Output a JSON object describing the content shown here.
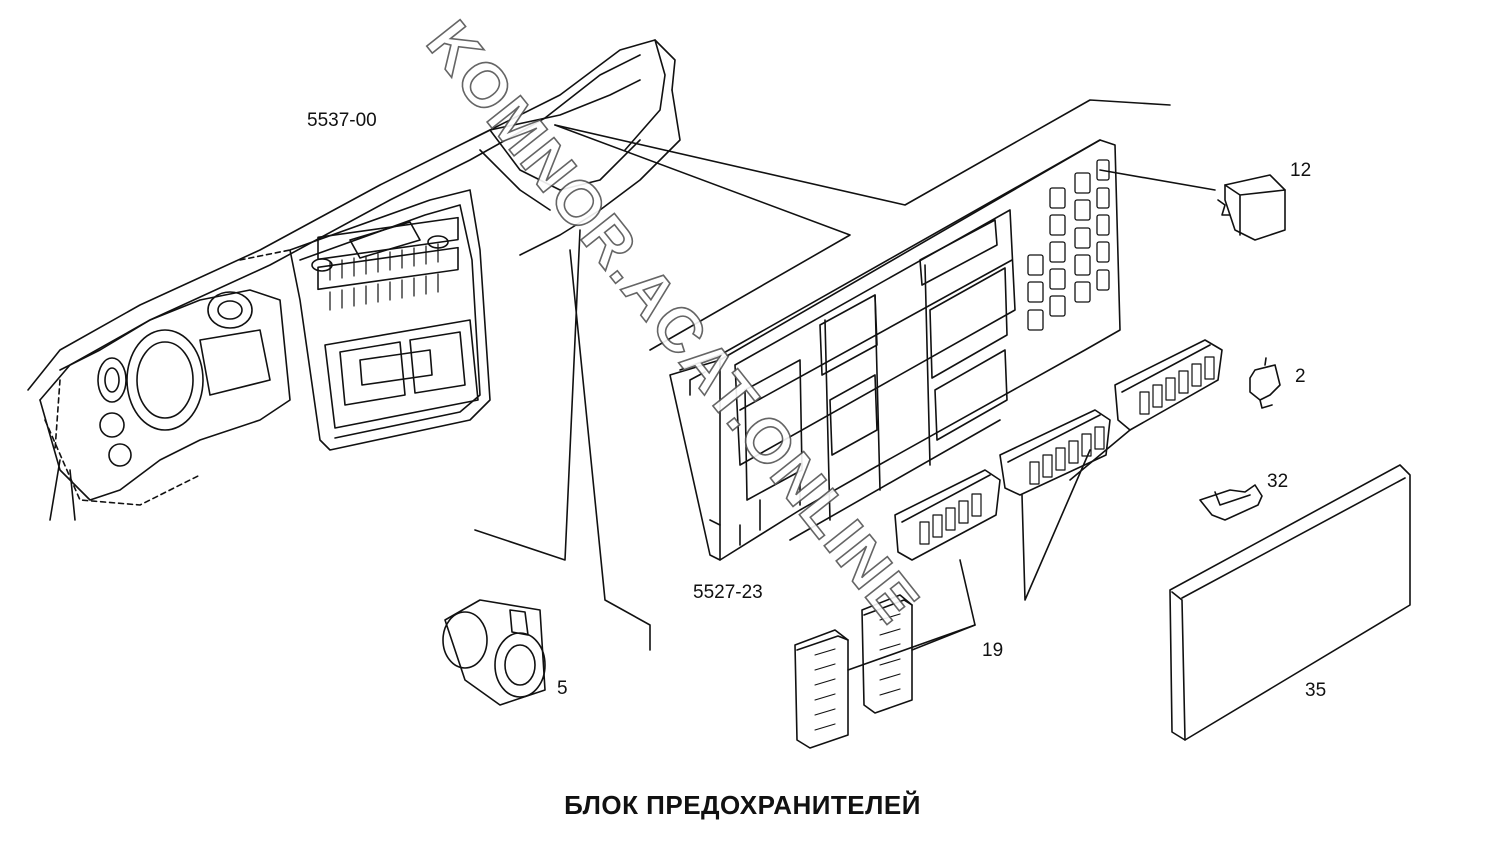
{
  "caption": "БЛОК ПРЕДОХРАНИТЕЛЕЙ",
  "watermark": "KOMNOR.ACAT.ONLINE",
  "callouts": {
    "dashboard": "5537-00",
    "fuse_panel": "5527-23",
    "relay": "12",
    "clip": "2",
    "bracket": "32",
    "connector_round": "5",
    "fuse_blocks": "19",
    "cover": "35"
  }
}
